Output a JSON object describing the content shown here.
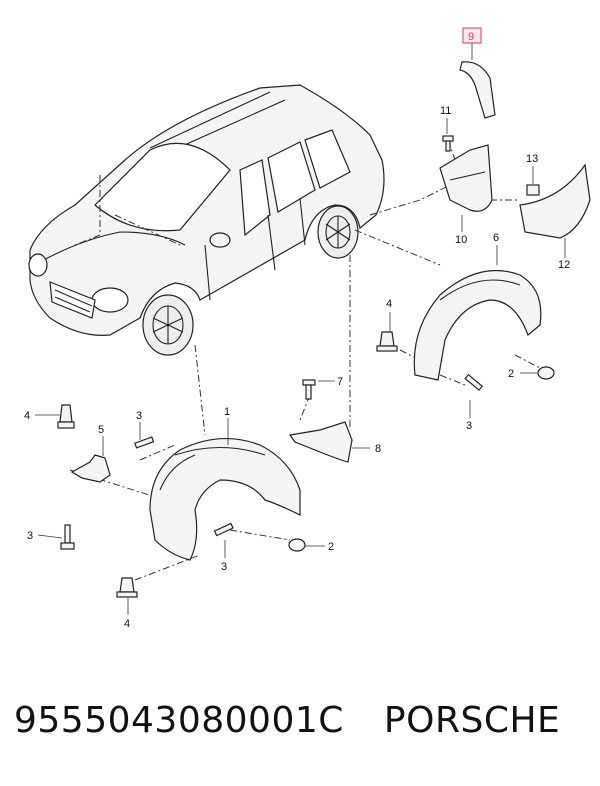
{
  "callouts": {
    "c1": "1",
    "c2a": "2",
    "c2b": "2",
    "c3a": "3",
    "c3b": "3",
    "c3c": "3",
    "c3d": "3",
    "c4a": "4",
    "c4b": "4",
    "c4c": "4",
    "c5": "5",
    "c6": "6",
    "c7": "7",
    "c8": "8",
    "c9": "9",
    "c10": "10",
    "c11": "11",
    "c12": "12",
    "c13": "13"
  },
  "highlight_color": "#d23a5a",
  "footer": {
    "part_number": "9555043080001C",
    "brand": "PORSCHE"
  }
}
